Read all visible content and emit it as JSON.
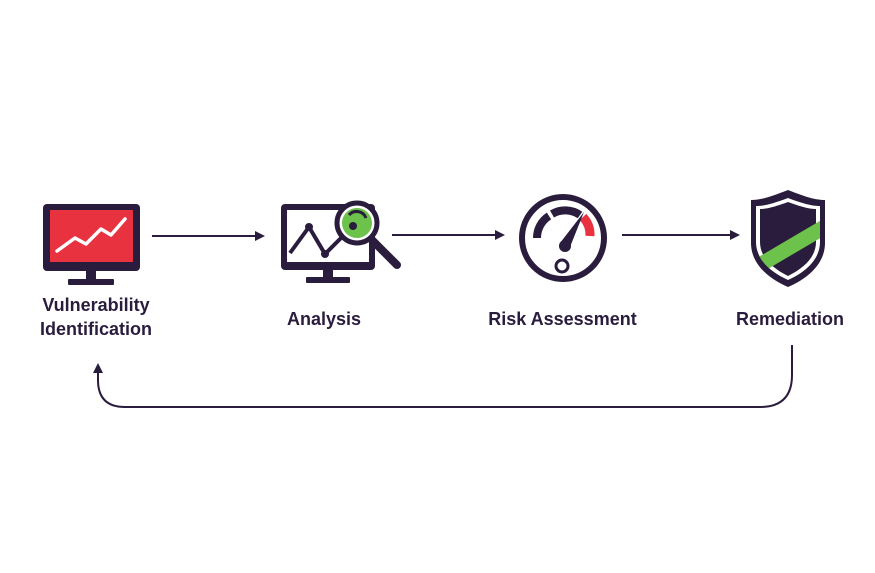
{
  "steps": [
    {
      "label_line1": "Vulnerability",
      "label_line2": "Identification",
      "icon": "monitor-trend-icon"
    },
    {
      "label": "Analysis",
      "icon": "monitor-magnifier-icon"
    },
    {
      "label": "Risk Assessment",
      "icon": "gauge-icon"
    },
    {
      "label": "Remediation",
      "icon": "shield-icon"
    }
  ],
  "colors": {
    "ink": "#2a1c3d",
    "red": "#e8323f",
    "green": "#6cc24a",
    "white": "#ffffff"
  }
}
